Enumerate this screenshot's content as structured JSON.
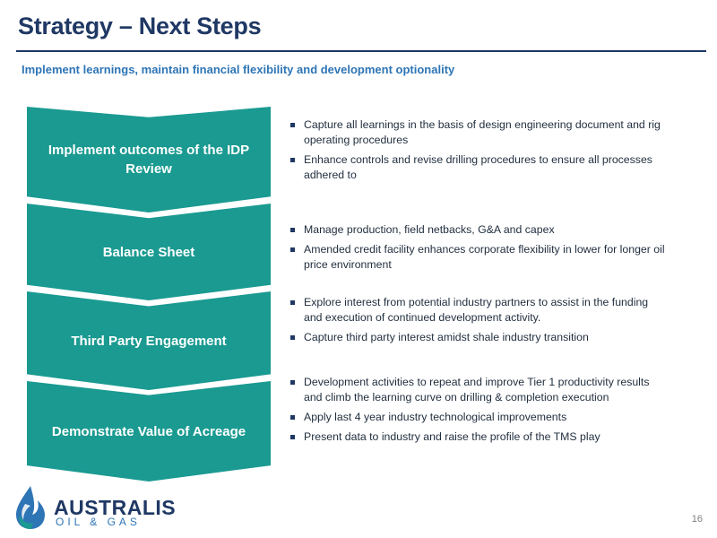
{
  "slide": {
    "title": "Strategy – Next Steps",
    "subtitle": "Implement learnings, maintain financial flexibility and development optionality",
    "page_number": "16"
  },
  "colors": {
    "teal": "#1a9a91",
    "navy": "#1f3864",
    "blue": "#2e75b6"
  },
  "steps": [
    {
      "label": "Implement outcomes of the IDP Review",
      "bullets": [
        "Capture all learnings in the basis of design engineering document and rig operating procedures",
        "Enhance controls and revise drilling procedures to ensure all processes adhered to"
      ]
    },
    {
      "label": "Balance Sheet",
      "bullets": [
        "Manage production, field netbacks, G&A and capex",
        "Amended credit facility enhances corporate flexibility in lower for longer oil price environment"
      ]
    },
    {
      "label": "Third Party Engagement",
      "bullets": [
        "Explore interest from potential industry partners to assist in the funding and execution of continued development activity.",
        "Capture third party interest amidst shale industry transition"
      ]
    },
    {
      "label": "Demonstrate Value of Acreage",
      "bullets": [
        "Development activities to repeat and improve Tier 1 productivity results and climb the learning curve on drilling & completion execution",
        "Apply last 4 year industry technological improvements",
        "Present data to industry and raise the profile of the TMS play"
      ]
    }
  ],
  "logo": {
    "name": "AUSTRALIS",
    "sub": "OIL & GAS",
    "icon": "flame-drop-icon"
  }
}
